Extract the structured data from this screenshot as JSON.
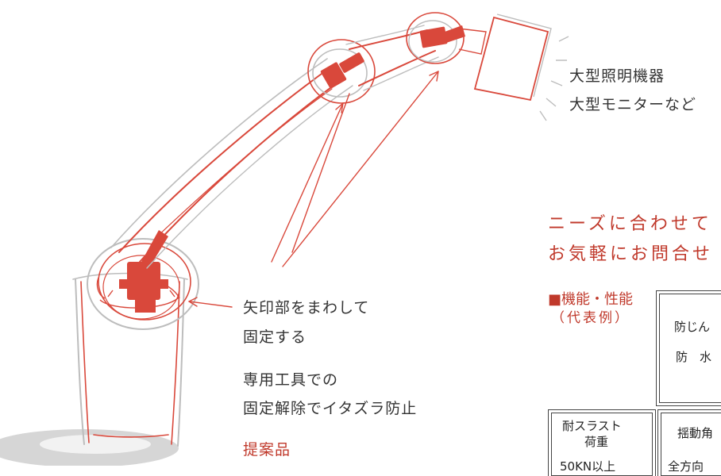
{
  "labels": {
    "equipment_line1": "大型照明機器",
    "equipment_line2": "大型モニターなど",
    "lock_line1": "矢印部をまわして",
    "lock_line2": "固定する",
    "tool_line1": "専用工具での",
    "tool_line2": "固定解除でイタズラ防止",
    "proposal": "提案品"
  },
  "heading": {
    "line1": "ニーズに合わせて",
    "line2": "お気軽にお問合せ"
  },
  "specs": {
    "title": "■機能・性能",
    "subtitle": "（代表例）",
    "box1_line1": "防じん",
    "box1_line2": "防　水",
    "thrust_line1": "耐スラスト",
    "thrust_line2": "荷重",
    "thrust_value": "50KN以上",
    "swing_label": "揺動角",
    "swing_value": "全方向"
  },
  "colors": {
    "accent": "#c0392b",
    "sketch_red": "#d9483b",
    "sketch_grey": "#b9b9b9",
    "text": "#333333"
  }
}
